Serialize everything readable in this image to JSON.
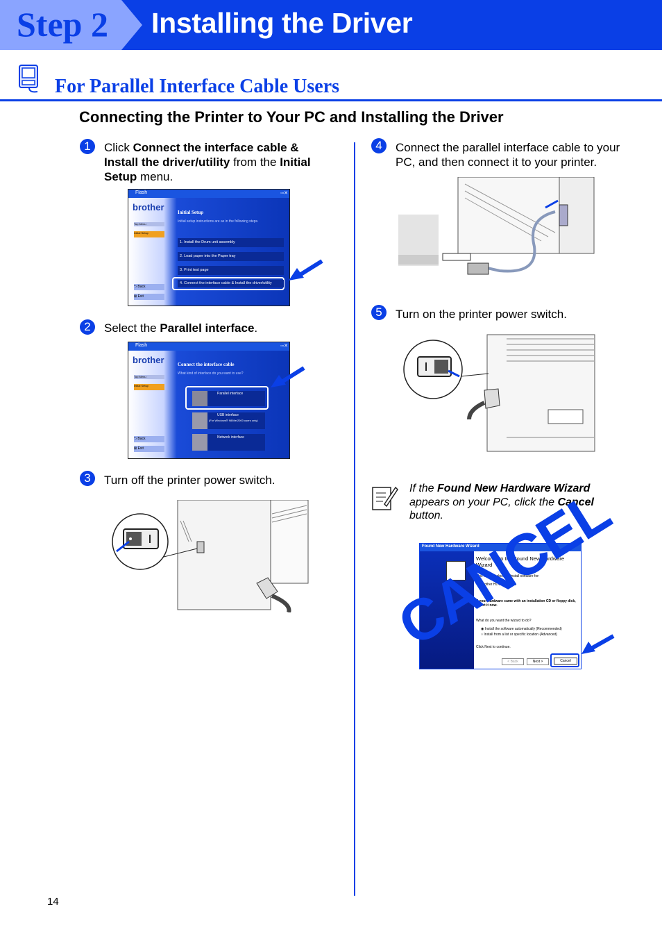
{
  "header": {
    "step_label": "Step 2",
    "title": "Installing the Driver"
  },
  "section": {
    "title": "For Parallel Interface Cable Users"
  },
  "subheading": "Connecting the Printer to Your PC and Installing the Driver",
  "steps": [
    {
      "num": "1",
      "parts": [
        "Click ",
        "Connect the interface cable & Install the driver/utility",
        " from the ",
        "Initial Setup",
        " menu."
      ]
    },
    {
      "num": "2",
      "parts": [
        "Select the ",
        "Parallel interface",
        "."
      ]
    },
    {
      "num": "3",
      "text": "Turn off the printer power switch."
    },
    {
      "num": "4",
      "text": "Connect the parallel interface cable to your PC, and then connect it to your printer."
    },
    {
      "num": "5",
      "text": "Turn on the printer power switch."
    }
  ],
  "screen1": {
    "titlebar": "Flash",
    "brand": "brother",
    "heading": "Initial Setup",
    "subtext": "Initial setup instructions are as in the following steps.",
    "side_items": [
      "Top Menu",
      "Initial Setup"
    ],
    "menu_items": [
      "1. Install the Drum unit assembly",
      "2. Load paper into the Paper tray",
      "3. Print test page",
      "4. Connect the interface cable & Install the driver/utility"
    ],
    "back": "Back",
    "exit": "Exit"
  },
  "screen2": {
    "titlebar": "Flash",
    "brand": "brother",
    "heading": "Connect the interface cable",
    "subtext": "What kind of interface do you want to use?",
    "side_items": [
      "Top Menu",
      "Initial Setup"
    ],
    "options": [
      "Parallel interface",
      "USB interface",
      "Network interface"
    ],
    "usb_note": "(For Windows® 98/Me/2000 users only)",
    "back": "Back",
    "exit": "Exit"
  },
  "wizard": {
    "titlebar": "Found New Hardware Wizard",
    "welcome": "Welcome to the Found New Hardware Wizard",
    "helps": "This wizard helps you install software for:",
    "device": "Brother HL-5xxx series",
    "cd": "If your hardware came with an installation CD or floppy disk, insert it now.",
    "question": "What do you want the wizard to do?",
    "opt1": "Install the software automatically (Recommended)",
    "opt2": "Install from a list or specific location (Advanced)",
    "cont": "Click Next to continue.",
    "back_btn": "< Back",
    "next_btn": "Next >",
    "cancel_btn": "Cancel",
    "stamp": "CANCEL"
  },
  "note": {
    "parts": [
      "If the ",
      "Found New Hardware Wizard",
      " appears on your PC, click the ",
      "Cancel",
      " button."
    ]
  },
  "page_number": "14",
  "colors": {
    "brand_blue": "#0a3fe6",
    "light_blue": "#8aa4ff"
  }
}
